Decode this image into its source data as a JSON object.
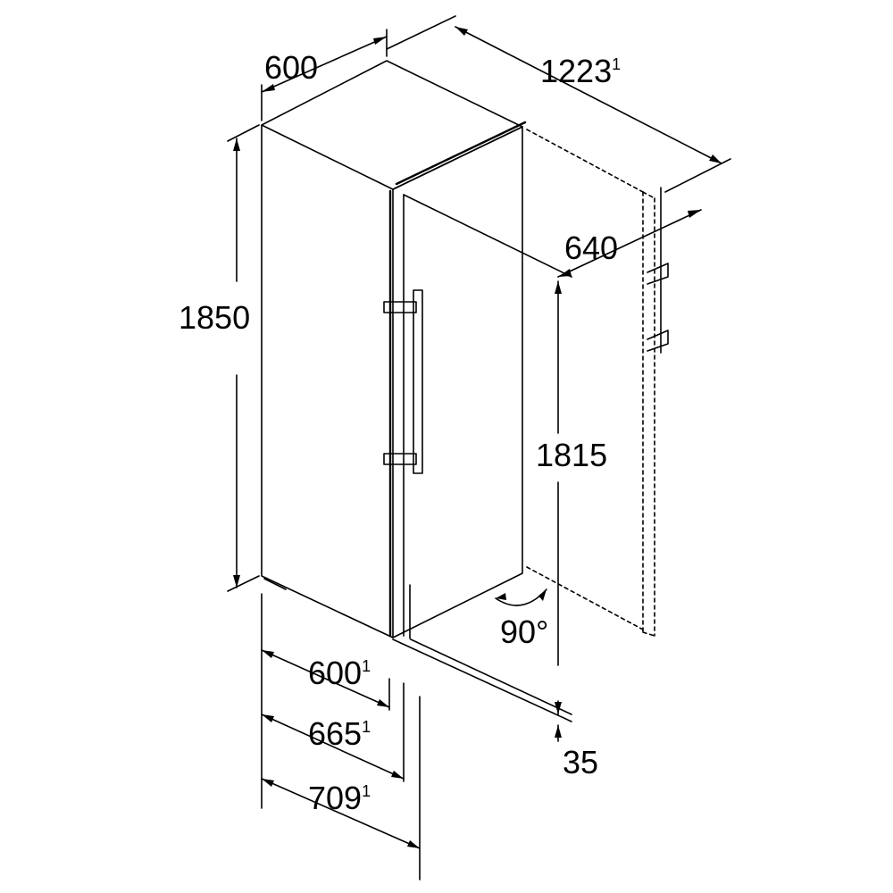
{
  "colors": {
    "line": "#000000",
    "background": "#ffffff"
  },
  "dimensions": {
    "top_width": "600",
    "total_depth": "1223",
    "total_depth_note": "1",
    "height": "1850",
    "door_height": "1815",
    "depth_open": "640",
    "door_angle": "90°",
    "bottom_depth_1": "600",
    "bottom_depth_1_note": "1",
    "bottom_depth_2": "665",
    "bottom_depth_2_note": "1",
    "bottom_depth_3": "709",
    "bottom_depth_3_note": "1",
    "bottom_gap": "35"
  }
}
